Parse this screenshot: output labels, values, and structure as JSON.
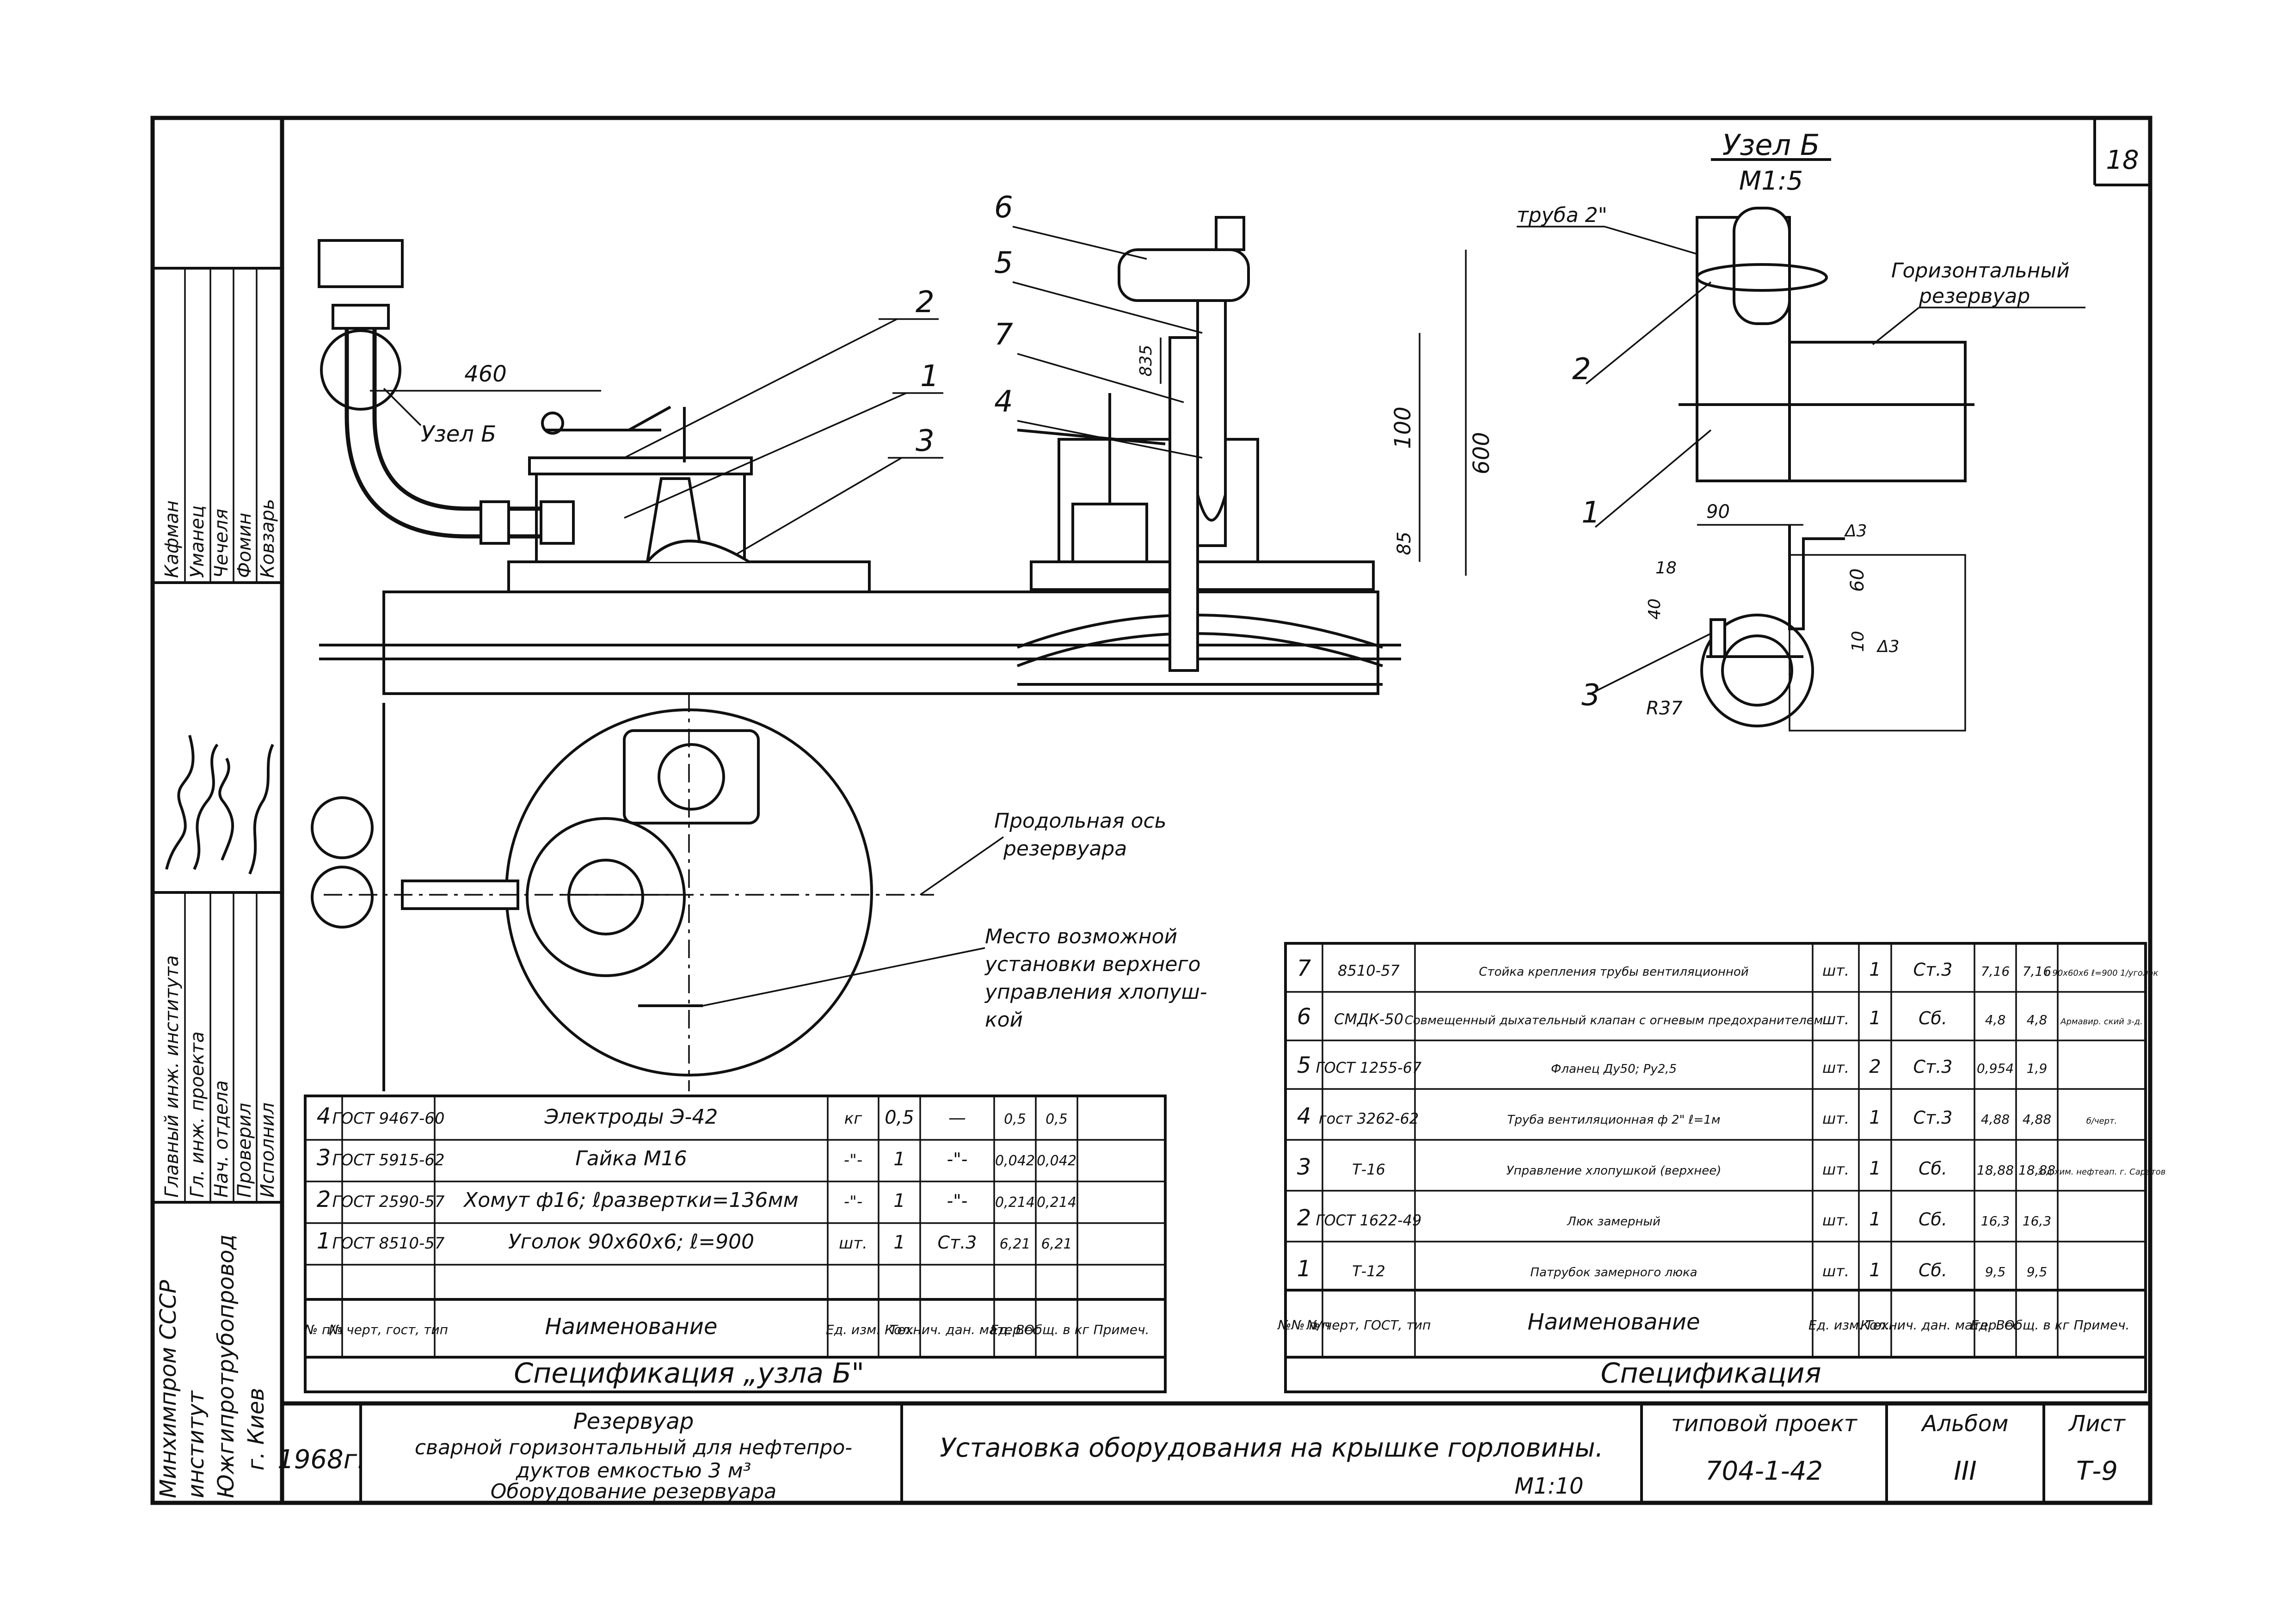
{
  "sheet_number": "18",
  "node_b": {
    "title": "Узел Б",
    "scale": "М1:5",
    "pipe_label": "труба 2\"",
    "tank_label_1": "Горизонтальный",
    "tank_label_2": "резервуар",
    "callouts": [
      "2",
      "1",
      "3"
    ],
    "dims": [
      "90",
      "18",
      "40",
      "60",
      "10",
      "R37"
    ],
    "weld": [
      "Δ3",
      "Δ3"
    ]
  },
  "plan_view": {
    "dim_460": "460",
    "node_label": "Узел Б",
    "callouts": [
      "2",
      "1",
      "3"
    ],
    "axis_label_1": "Продольная ось",
    "axis_label_2": "резервуара",
    "place_label": [
      "Место возможной",
      "установки верхнего",
      "управления хлопуш-",
      "кой"
    ]
  },
  "side_view": {
    "callouts": [
      "6",
      "5",
      "7",
      "4"
    ],
    "dims": [
      "100",
      "600",
      "835",
      "85"
    ]
  },
  "left_stamp": {
    "roles": [
      "Главный инж. института",
      "Гл. инж. проекта",
      "Нач. отдела",
      "Проверил",
      "Исполнил"
    ],
    "names": [
      "Кафман",
      "Уманец",
      "Чечеля",
      "Фомин",
      "Ковзарь"
    ],
    "org": [
      "Минхимпром СССР",
      "институт",
      "Южгипротрубопровод",
      "г. Киев"
    ]
  },
  "spec_left": {
    "caption": "Спецификация „узла Б\"",
    "headers": [
      "№ п/п",
      "№ черт, гост, тип",
      "Наименование",
      "Ед. изм.",
      "Кол.",
      "Технич. дан. матер.",
      "Ед. Вес",
      "Общ. в кг",
      "Примеч."
    ],
    "rows": [
      [
        "4",
        "ГОСТ 9467-60",
        "Электроды Э-42",
        "кг",
        "0,5",
        "—",
        "0,5",
        "0,5",
        ""
      ],
      [
        "3",
        "ГОСТ 5915-62",
        "Гайка М16",
        "-\"-",
        "1",
        "-\"-",
        "0,042",
        "0,042",
        ""
      ],
      [
        "2",
        "ГОСТ 2590-57",
        "Хомут ф16; ℓразвертки=136мм",
        "-\"-",
        "1",
        "-\"-",
        "0,214",
        "0,214",
        ""
      ],
      [
        "1",
        "ГОСТ 8510-57",
        "Уголок 90х60х6; ℓ=900",
        "шт.",
        "1",
        "Ст.3",
        "6,21",
        "6,21",
        ""
      ]
    ]
  },
  "spec_right": {
    "caption": "Спецификация",
    "headers": [
      "№№ п/п",
      "№ черт, ГОСТ, тип",
      "Наименование",
      "Ед. изм.",
      "Кол.",
      "Технич. дан. матер.",
      "Ед. Вес",
      "Общ. в кг",
      "Примеч."
    ],
    "rows": [
      [
        "7",
        "8510-57",
        "Стойка крепления трубы вентиляционной",
        "шт.",
        "1",
        "Ст.3",
        "7,16",
        "7,16",
        "L 90х60х6 ℓ=900 1/уголок"
      ],
      [
        "6",
        "СМДК-50",
        "Совмещенный дыхательный клапан с огневым предохранителем",
        "шт.",
        "1",
        "Сб.",
        "4,8",
        "4,8",
        "Армавир. ский з-д."
      ],
      [
        "5",
        "ГОСТ 1255-67",
        "Фланец Ду50; Ру2,5",
        "шт.",
        "2",
        "Ст.3",
        "0,954",
        "1,9",
        ""
      ],
      [
        "4",
        "гост 3262-62",
        "Труба вентиляционная ф 2\" ℓ=1м",
        "шт.",
        "1",
        "Ст.3",
        "4,88",
        "4,88",
        "б/черт."
      ],
      [
        "3",
        "Т-16",
        "Управление хлопушкой (верхнее)",
        "шт.",
        "1",
        "Сб.",
        "18,88",
        "18,88",
        "З-д хим. нефтеап. г. Саратов"
      ],
      [
        "2",
        "ГОСТ 1622-49",
        "Люк замерный",
        "шт.",
        "1",
        "Сб.",
        "16,3",
        "16,3",
        ""
      ],
      [
        "1",
        "Т-12",
        "Патрубок замерного люка",
        "шт.",
        "1",
        "Сб.",
        "9,5",
        "9,5",
        ""
      ]
    ]
  },
  "title_block": {
    "year": "1968г.",
    "object_title": "Резервуар",
    "object_line2": "сварной горизонтальный для нефтепро-",
    "object_line3": "дуктов емкостью 3 м³",
    "object_line4": "Оборудование резервуара",
    "drawing_title": "Установка оборудования на крышке горловины.",
    "scale": "М1:10",
    "project_label": "типовой проект",
    "project_number": "704-1-42",
    "album_label": "Альбом",
    "album_value": "III",
    "sheet_label": "Лист",
    "sheet_value": "Т-9"
  }
}
